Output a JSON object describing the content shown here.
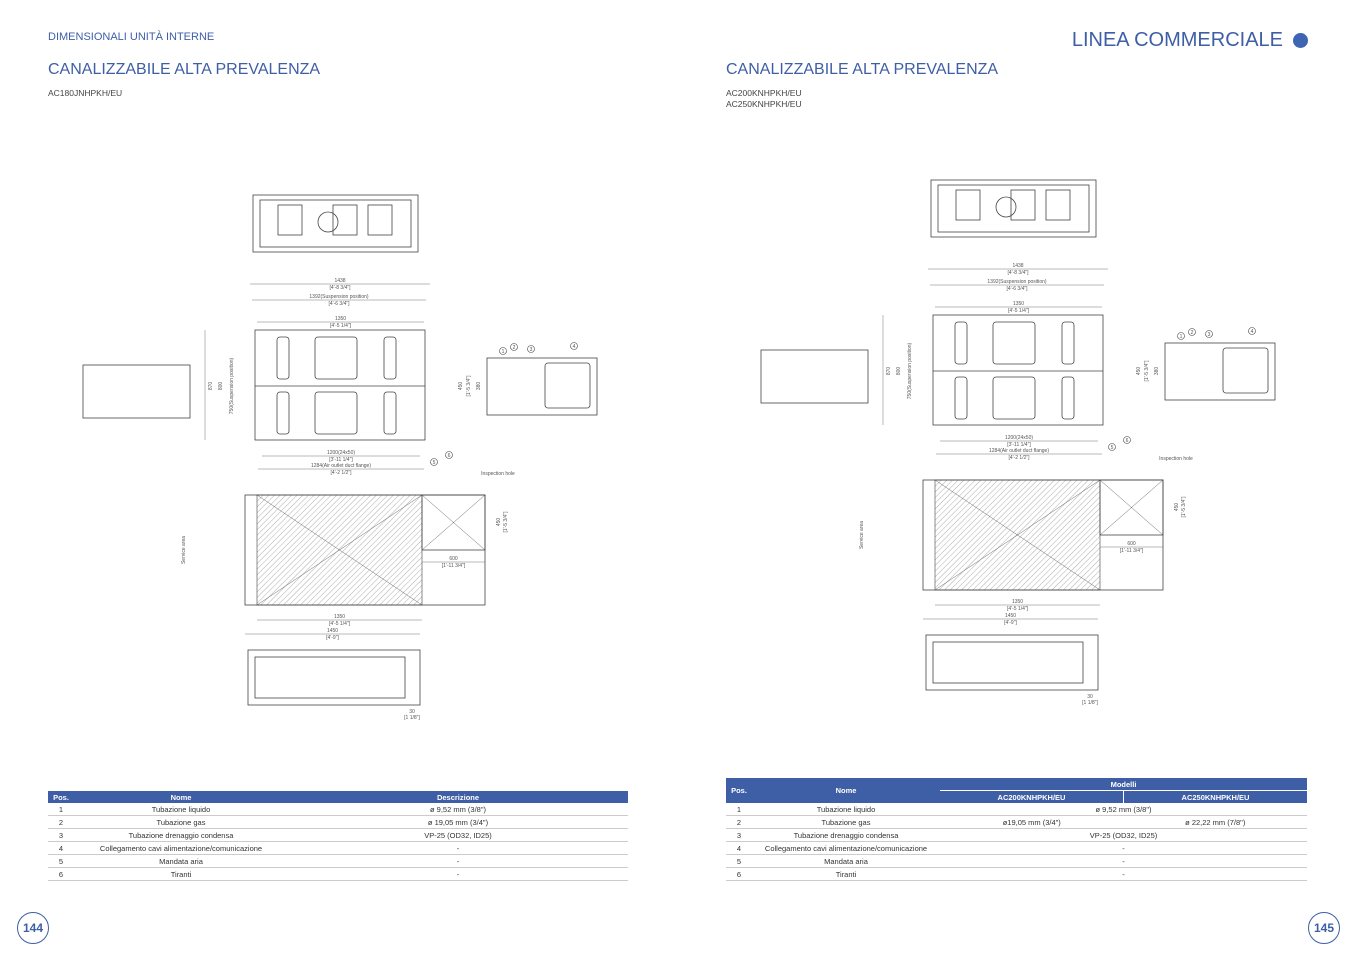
{
  "left": {
    "section": "DIMENSIONALI UNITÀ INTERNE",
    "title": "CANALIZZABILE ALTA PREVALENZA",
    "models": [
      "AC180JNHPKH/EU"
    ],
    "table": {
      "headers": [
        "Pos.",
        "Nome",
        "Descrizione"
      ],
      "rows": [
        [
          "1",
          "Tubazione liquido",
          "ø 9,52 mm (3/8\")"
        ],
        [
          "2",
          "Tubazione gas",
          "ø 19,05 mm (3/4\")"
        ],
        [
          "3",
          "Tubazione drenaggio condensa",
          "VP-25 (OD32, ID25)"
        ],
        [
          "4",
          "Collegamento cavi alimentazione/comunicazione",
          "-"
        ],
        [
          "5",
          "Mandata aria",
          "-"
        ],
        [
          "6",
          "Tiranti",
          "-"
        ]
      ]
    },
    "page_number": "144"
  },
  "right": {
    "brand": "LINEA COMMERCIALE",
    "title": "CANALIZZABILE ALTA PREVALENZA",
    "models": [
      "AC200KNHPKH/EU",
      "AC250KNHPKH/EU"
    ],
    "table": {
      "headers": [
        "Pos.",
        "Nome",
        "Modelli",
        "AC200KNHPKH/EU",
        "AC250KNHPKH/EU"
      ],
      "rows": [
        [
          "1",
          "Tubazione liquido",
          "ø 9,52 mm (3/8\")"
        ],
        [
          "2",
          "Tubazione gas",
          "ø19,05 mm (3/4\")",
          "ø 22,22 mm (7/8\")"
        ],
        [
          "3",
          "Tubazione drenaggio condensa",
          "VP-25 (OD32, ID25)"
        ],
        [
          "4",
          "Collegamento cavi alimentazione/comunicazione",
          "-"
        ],
        [
          "5",
          "Mandata aria",
          "-"
        ],
        [
          "6",
          "Tiranti",
          "-"
        ]
      ]
    },
    "page_number": "145"
  },
  "drawing": {
    "dims": {
      "width_total": "1438",
      "width_total_in": "[4'-8 3/4\"]",
      "suspension": "1392(Suspension position)",
      "suspension_in": "[4'-6 3/4\"]",
      "body": "1350",
      "body_in": "[4'-5 1/4\"]",
      "outlet": "1200(24x50)",
      "outlet_in": "[3'-11 1/4\"]",
      "flange": "1284(Air outlet duct flange)",
      "flange_in": "[4'-2 1/2\"]",
      "depth_a": "870",
      "depth_b": "800",
      "depth_c": "750(Suspension position)",
      "height": "450",
      "height_in": "[1'-5 3/4\"]",
      "height_b": "380",
      "service_area": "Service area",
      "inspection_hole": "Inspection hole",
      "insp_w": "600",
      "insp_w_in": "[1'-11 3/4\"]",
      "insp_h": "450",
      "insp_h_in": "[1'-5 3/4\"]",
      "svc_body": "1350",
      "svc_body_in": "[4'-5 1/4\"]",
      "svc_total": "1450",
      "svc_total_in": "[4'-9\"]",
      "offset": "30",
      "offset_in": "[1 1/8\"]"
    },
    "callouts": [
      "1",
      "2",
      "3",
      "4",
      "5",
      "6"
    ]
  }
}
